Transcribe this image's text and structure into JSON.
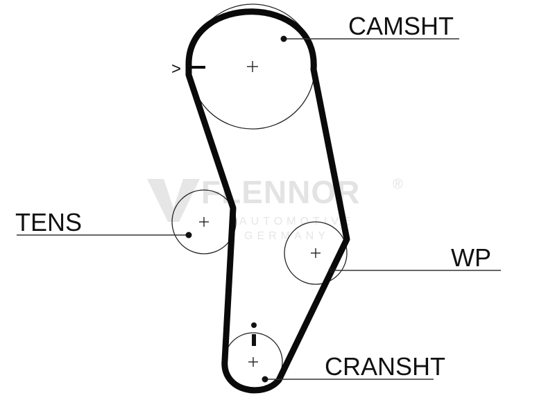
{
  "watermark": {
    "brand": "FLENNOR",
    "registered": "®",
    "line1": "AUTOMOTIVE",
    "line2": "GERMANY",
    "color": "#e3e3e3"
  },
  "labels": {
    "camshaft": "CAMSHT",
    "tensioner": "TENS",
    "water_pump": "WP",
    "crankshaft": "CRANSHT"
  },
  "timing_mark": {
    "arrow_glyph": ">"
  },
  "colors": {
    "belt": "#0a0a0a",
    "line": "#222222",
    "background": "#ffffff"
  }
}
